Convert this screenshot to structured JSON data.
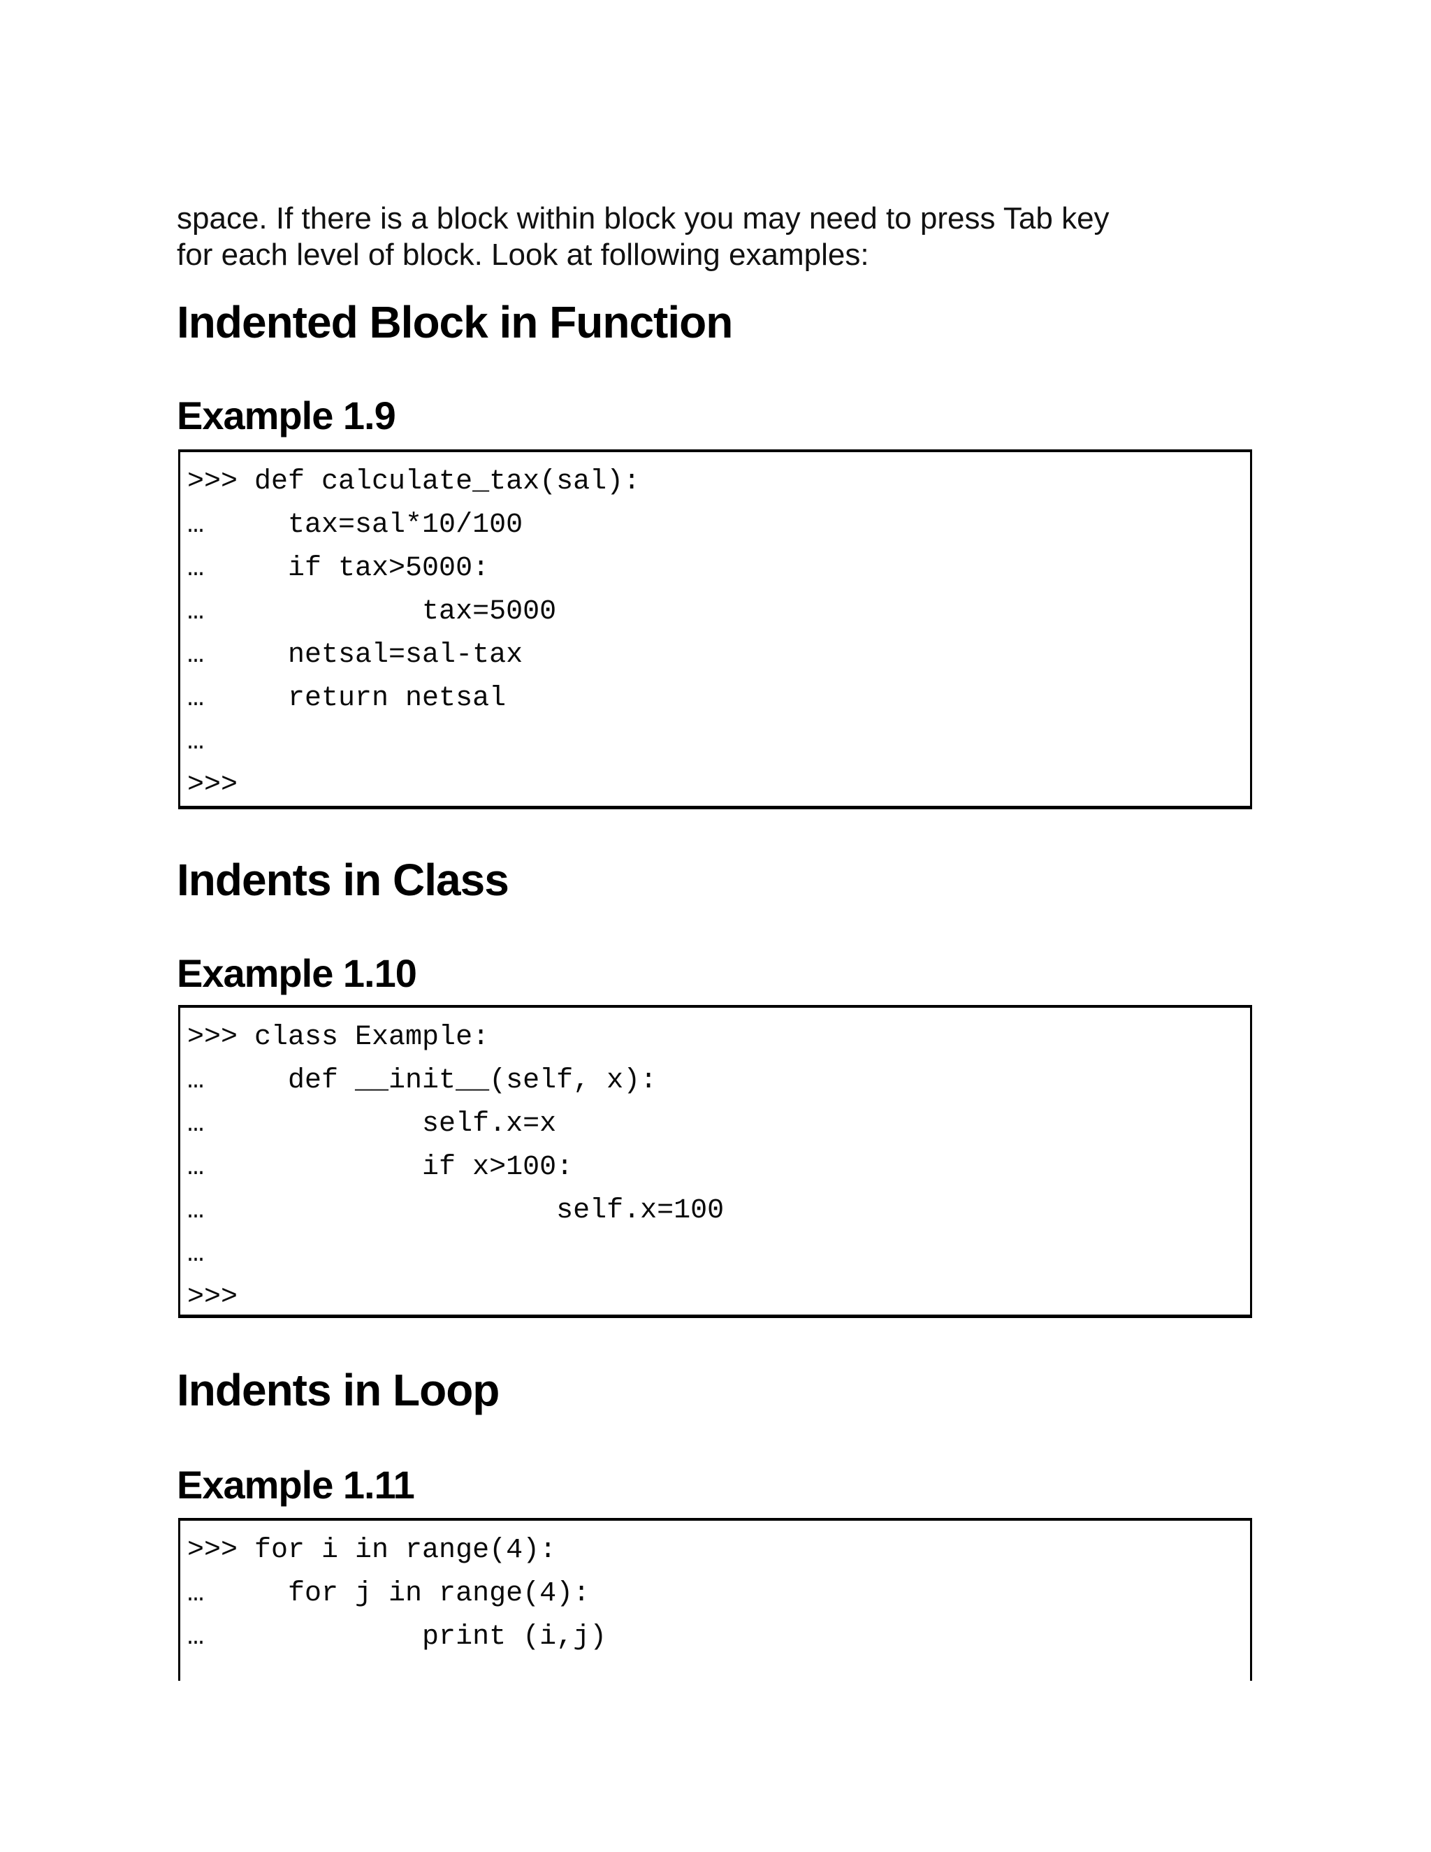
{
  "intro_lines": [
    "space. If there is a block within block you may need to press Tab key",
    "for each level of block. Look at following examples:"
  ],
  "sections": [
    {
      "heading": "Indented Block in Function",
      "example": "Example 1.9",
      "code_lines": [
        ">>> def calculate_tax(sal):",
        "…     tax=sal*10/100",
        "…     if tax>5000:",
        "…             tax=5000",
        "…     netsal=sal-tax",
        "…     return netsal",
        "…",
        ">>>"
      ]
    },
    {
      "heading": "Indents in Class",
      "example": "Example 1.10",
      "code_lines": [
        ">>> class Example:",
        "…     def __init__(self, x):",
        "…             self.x=x",
        "…             if x>100:",
        "…                     self.x=100",
        "…",
        ">>>"
      ]
    },
    {
      "heading": "Indents in Loop",
      "example": "Example 1.11",
      "code_lines": [
        ">>> for i in range(4):",
        "…     for j in range(4):",
        "…             print (i,j)"
      ]
    }
  ],
  "colors": {
    "page_background": "#ffffff",
    "text": "#000000",
    "code_border": "#000000"
  }
}
